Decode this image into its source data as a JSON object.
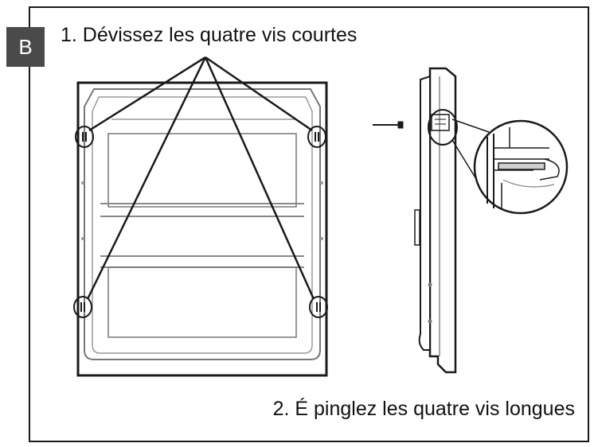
{
  "badge": {
    "label": "B"
  },
  "steps": [
    {
      "text": "1. Dévissez les quatre vis courtes"
    },
    {
      "text": "2. É pinglez les quatre vis longues"
    }
  ],
  "colors": {
    "badge_bg": "#4a4a4a",
    "line": "#1a1a1a",
    "light_line": "#8a8a8a"
  }
}
